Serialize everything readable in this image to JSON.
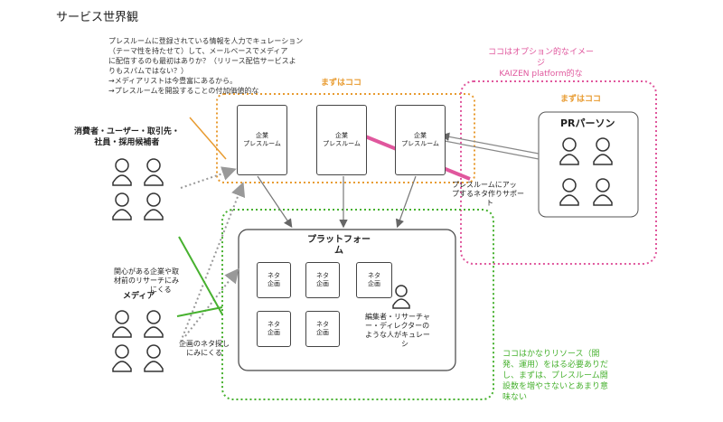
{
  "title": "サービス世界観",
  "note_lines": [
    "プレスルームに登録されている情報を人力でキュレーション",
    "（テーマ性を持たせて）して、メールベースでメディア",
    "に配信するのも最初はありか？（リリース配信サービスよ",
    "りもスパムではない？）",
    "→メディアリストは今豊富にあるから。",
    "→プレスルームを開設することの付加価値的な"
  ],
  "option_note": {
    "line1": "ココはオプション的なイメー",
    "line2": "ジ",
    "line3": "KAIZEN platform的な"
  },
  "mazu_coco_1": "まずはココ",
  "mazu_coco_2": "まずはココ",
  "pressroom": {
    "line1": "企業",
    "line2": "プレスルーム"
  },
  "consumers": {
    "line1": "消費者・ユーザー・取引先・",
    "line2": "社員・採用候補者"
  },
  "pr_person": "PRパーソン",
  "platform": {
    "line1": "プラットフォー",
    "line2": "ム"
  },
  "neta": {
    "line1": "ネタ",
    "line2": "企画"
  },
  "support": {
    "line1": "プレスルームにアッ",
    "line2": "プするネタ作りサポー",
    "line3": "ト"
  },
  "media_note": {
    "line1": "関心がある企業や取",
    "line2": "材前のリサーチにみ",
    "line3": "にくる"
  },
  "media": "メディア",
  "kikaku_note": {
    "line1": "企画のネタ探し",
    "line2": "にみにくる"
  },
  "editor": {
    "line1": "編集者・リサーチャ",
    "line2": "ー・ディレクターの",
    "line3": "ような人がキュレー",
    "line4": "シ"
  },
  "resource_note": {
    "line1": "ココはかなりリソース（開",
    "line2": "発、運用）をはる必要ありだ",
    "line3": "し、まずは、プレスルーム開",
    "line4": "設数を増やさないとあまり意",
    "line5": "味ない"
  },
  "colors": {
    "orange": "#e89b30",
    "pink": "#e0579d",
    "green": "#47b12f",
    "gray": "#888888"
  }
}
